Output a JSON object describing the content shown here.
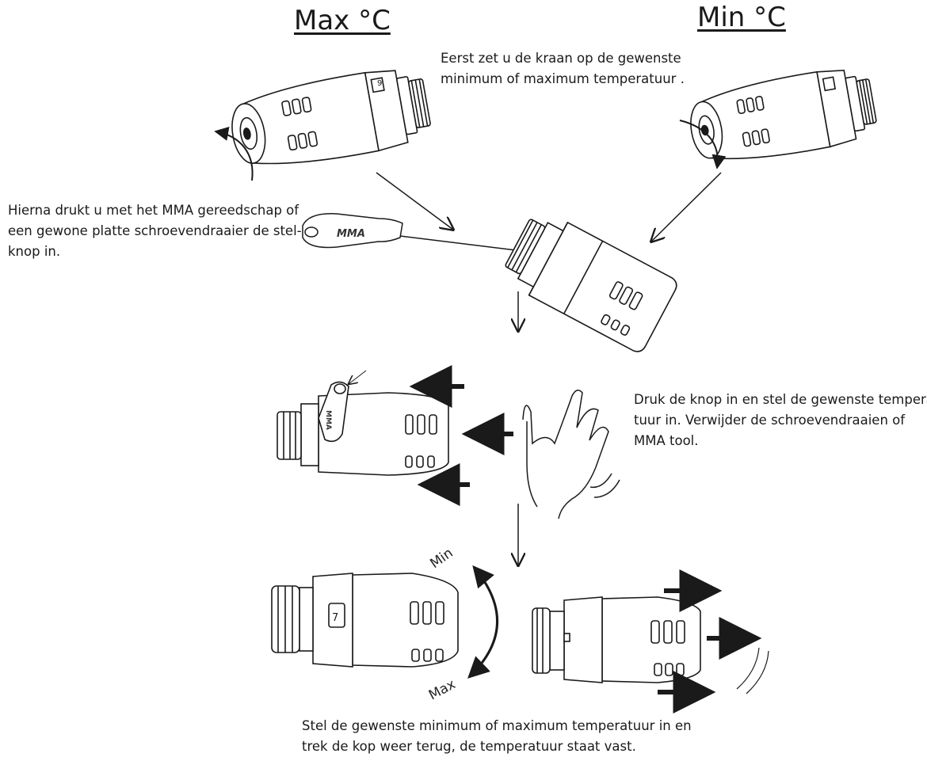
{
  "headings": {
    "max": "Max °C",
    "min": "Min °C"
  },
  "instructions": {
    "step1": [
      "Eerst zet u de kraan op de gewenste",
      "minimum of maximum temperatuur ."
    ],
    "step2": [
      "Hierna drukt u met het MMA gereedschap of",
      "een gewone platte schroevendraaier de stel-",
      "knop in."
    ],
    "step3": [
      "Druk de knop in en stel de gewenste tempera-",
      "tuur in. Verwijder de schroevendraaien of",
      "MMA tool."
    ],
    "step4": [
      "Stel de gewenste minimum of maximum temperatuur in en",
      "trek de kop weer terug, de temperatuur staat vast."
    ]
  },
  "labels": {
    "dial_min": "Min",
    "dial_max": "Max",
    "tool_tag": "MMA",
    "scale_9": "9",
    "scale_7": "7",
    "tool_side": "MMA"
  }
}
